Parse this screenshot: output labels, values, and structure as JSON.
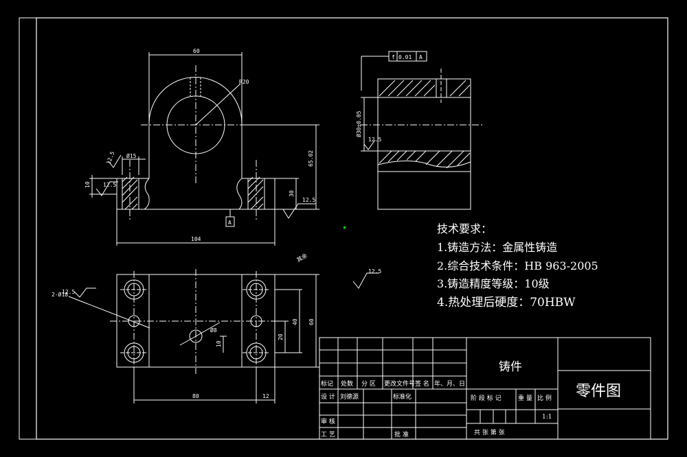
{
  "dimensions": {
    "front_width": "60",
    "front_radius": "R20",
    "front_bore": "Ø15",
    "front_base_width": "104",
    "front_height_total": "65.02",
    "front_base_height": "30",
    "front_base_thickness": "10",
    "datum_label": "A",
    "side_tolerance_symbol": "f",
    "side_tolerance_value": "0.01",
    "side_tolerance_datum": "A",
    "side_bore": "Ø30±0.05",
    "top_hole_callout": "2-Ø18",
    "top_length": "80",
    "top_edge_offset": "12",
    "top_inner_width": "40",
    "top_outer_width": "60",
    "top_small_height": "20",
    "top_tiny_height": "10",
    "top_hole_small": "Ø8",
    "roughness_general": "12.5",
    "roughness_default": "12.5",
    "rough_note": "其余"
  },
  "requirements": {
    "title": "技术要求：",
    "items": [
      "1.铸造方法：金属性铸造",
      "2.综合技术条件：HB 963-2005",
      "3.铸造精度等级：10级",
      "4.热处理后硬度：70HBW"
    ]
  },
  "title_block": {
    "header": [
      "标记",
      "处数",
      "分 区",
      "更改文件号",
      "签 名",
      "年、月、日"
    ],
    "design": "设 计",
    "designer": "刘德源",
    "standardize": "标准化",
    "review": "审 核",
    "process": "工 艺",
    "approve": "批 准",
    "material": "铸件",
    "stage_mark": "阶 段 标 记",
    "weight": "重 量",
    "scale_label": "比 例",
    "scale_value": "1:1",
    "sheets": "共   张   第   张",
    "drawing_name": "零件图"
  }
}
